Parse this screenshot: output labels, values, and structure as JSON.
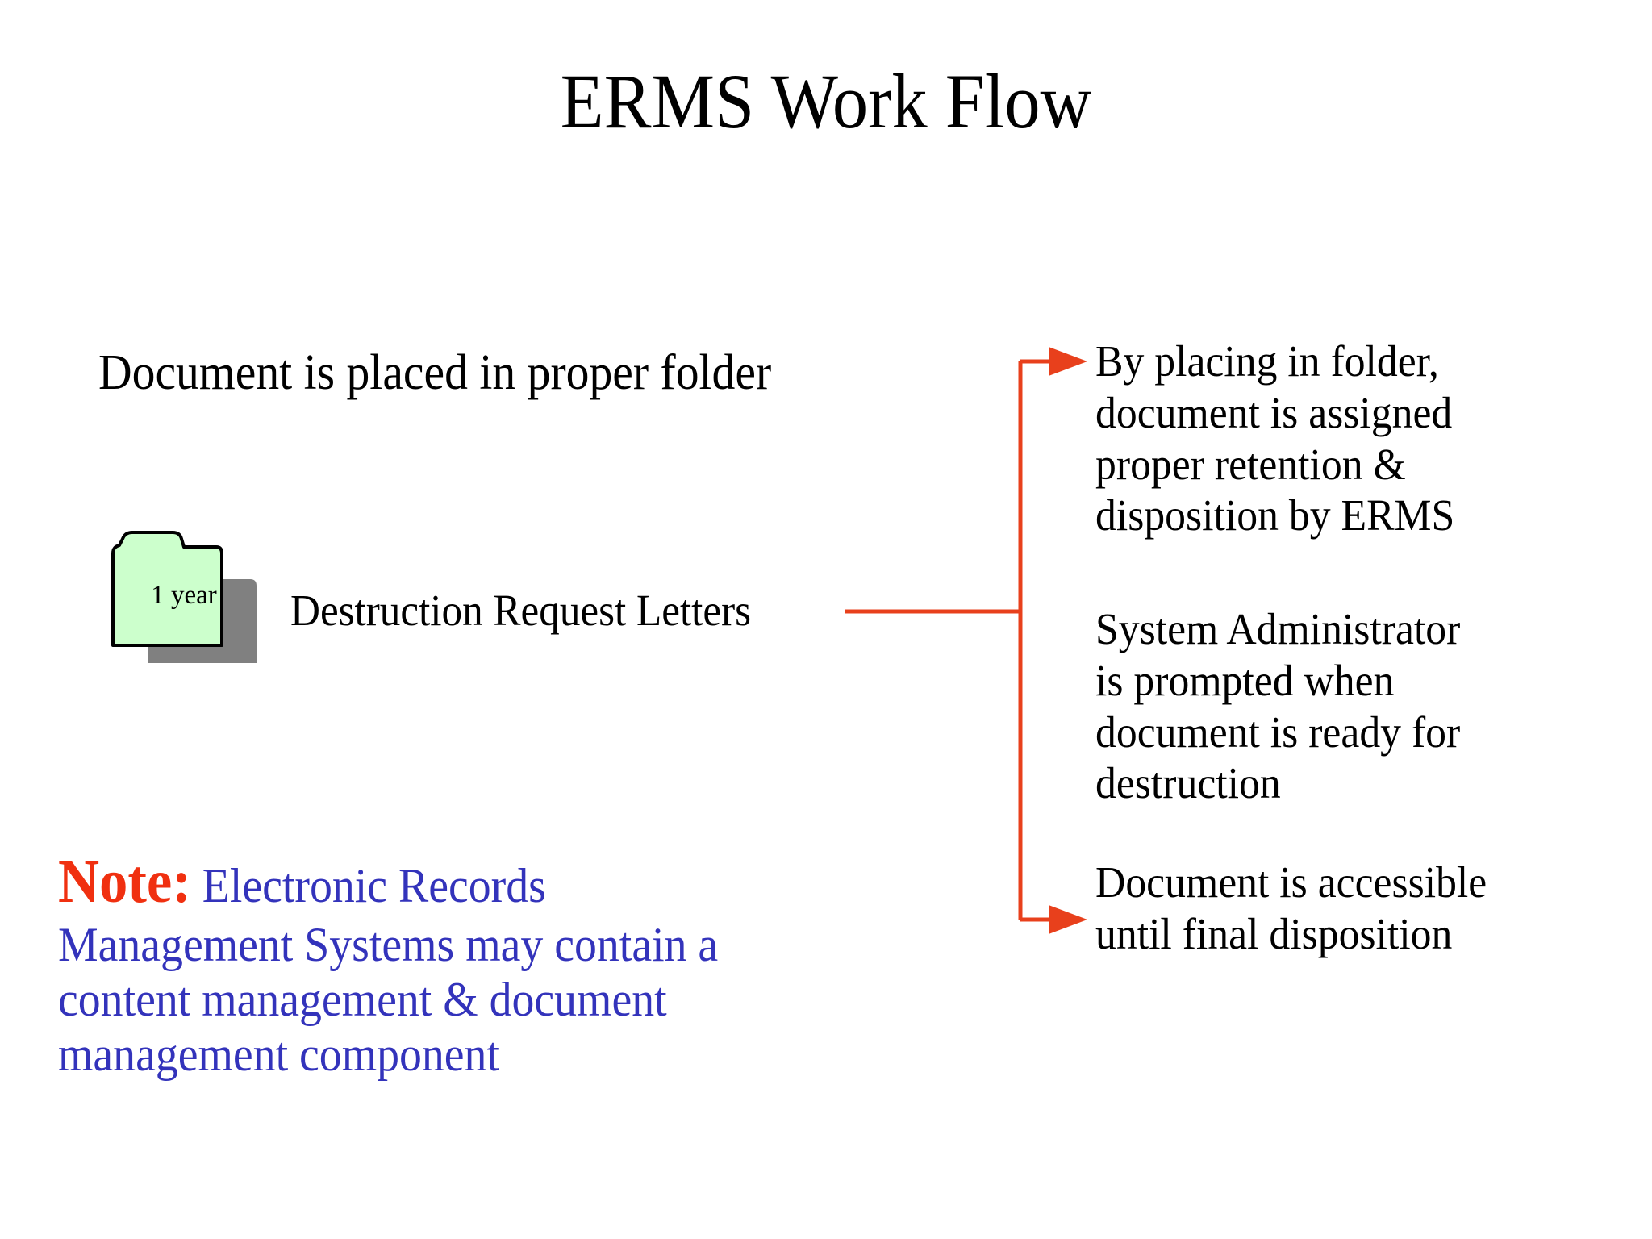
{
  "slide": {
    "title": "ERMS Work Flow",
    "background_color": "#FFFFFF"
  },
  "colors": {
    "title_text": "#000000",
    "body_text": "#000000",
    "connector_line": "#E8401C",
    "note_keyword": "#F03010",
    "note_body": "#3333BB",
    "folder_fill": "#CCFFCC",
    "folder_outline": "#000000",
    "folder_shadow": "#808080"
  },
  "left_column": {
    "heading": "Document is placed in proper folder",
    "folder": {
      "icon": "folder-icon",
      "retention_label": "1 year"
    },
    "destruction_label": "Destruction Request Letters"
  },
  "right_column": {
    "blocks": [
      {
        "id": "retention-assignment",
        "lines": [
          "By placing in folder,",
          "document is assigned",
          "proper retention &",
          "disposition by ERMS"
        ]
      },
      {
        "id": "admin-prompt",
        "lines": [
          "System Administrator",
          "is prompted when",
          "document is ready for",
          "destruction"
        ]
      },
      {
        "id": "accessibility",
        "lines": [
          "Document is accessible",
          "until final disposition"
        ]
      }
    ]
  },
  "note": {
    "keyword": "Note:",
    "first_line_rest": " Electronic Records",
    "lines": [
      "Management Systems may contain a",
      "content management & document",
      "management component"
    ]
  },
  "connectors": {
    "stem_label": "destruction-letters-to-branches",
    "arrow_targets": [
      "retention-assignment",
      "accessibility"
    ]
  }
}
